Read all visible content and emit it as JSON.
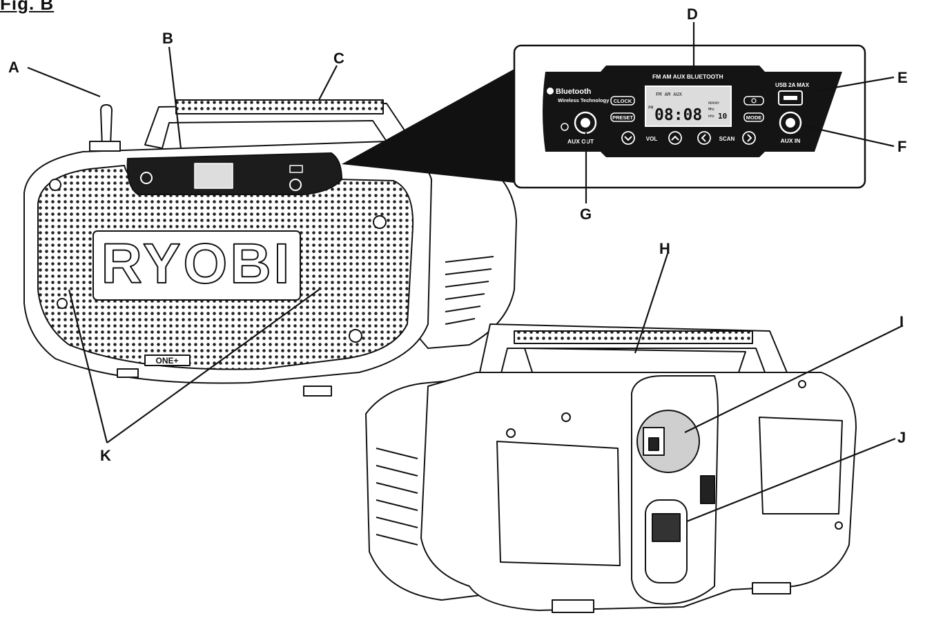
{
  "figure": {
    "title": "Fig. B"
  },
  "callouts": [
    "A",
    "B",
    "C",
    "D",
    "E",
    "F",
    "G",
    "H",
    "I",
    "J",
    "K"
  ],
  "brand_logo": "RYOBI",
  "panel": {
    "bluetooth_logo": "Bluetooth",
    "bluetooth_sub": "Wireless Technology",
    "mode_strip": "FM  AM  AUX  BLUETOOTH",
    "lcd_modes": "FM   AM   AUX",
    "lcd_time": "08:08",
    "lcd_pm": "PM",
    "lcd_memory": "MEMORY",
    "lcd_mhz": "MHz",
    "lcd_khz": "kHz",
    "lcd_preset_num": "10",
    "clock_button": "CLOCK",
    "preset_button": "PRESET",
    "mode_button": "MODE",
    "vol_label": "VOL",
    "scan_label": "SCAN",
    "usb_label": "USB 2A MAX",
    "aux_in_label": "AUX IN",
    "aux_out_label": "AUX OUT"
  },
  "battery_tag": "ONE+"
}
